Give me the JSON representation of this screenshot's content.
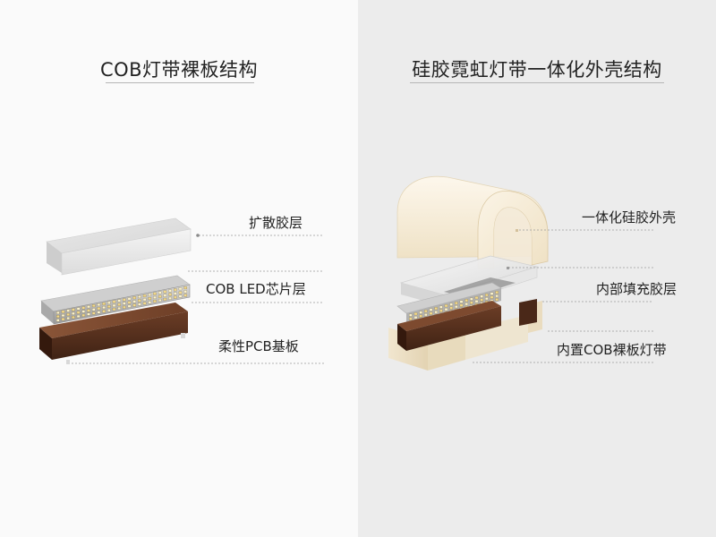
{
  "left_panel": {
    "title": "COB灯带裸板结构",
    "layers": [
      {
        "label": "扩散胶层"
      },
      {
        "label": "COB LED芯片层"
      },
      {
        "label": "柔性PCB基板"
      }
    ]
  },
  "right_panel": {
    "title": "硅胶霓虹灯带一体化外壳结构",
    "layers": [
      {
        "label": "一体化硅胶外壳"
      },
      {
        "label": "内部填充胶层"
      },
      {
        "label": "内置COB裸板灯带"
      }
    ]
  }
}
